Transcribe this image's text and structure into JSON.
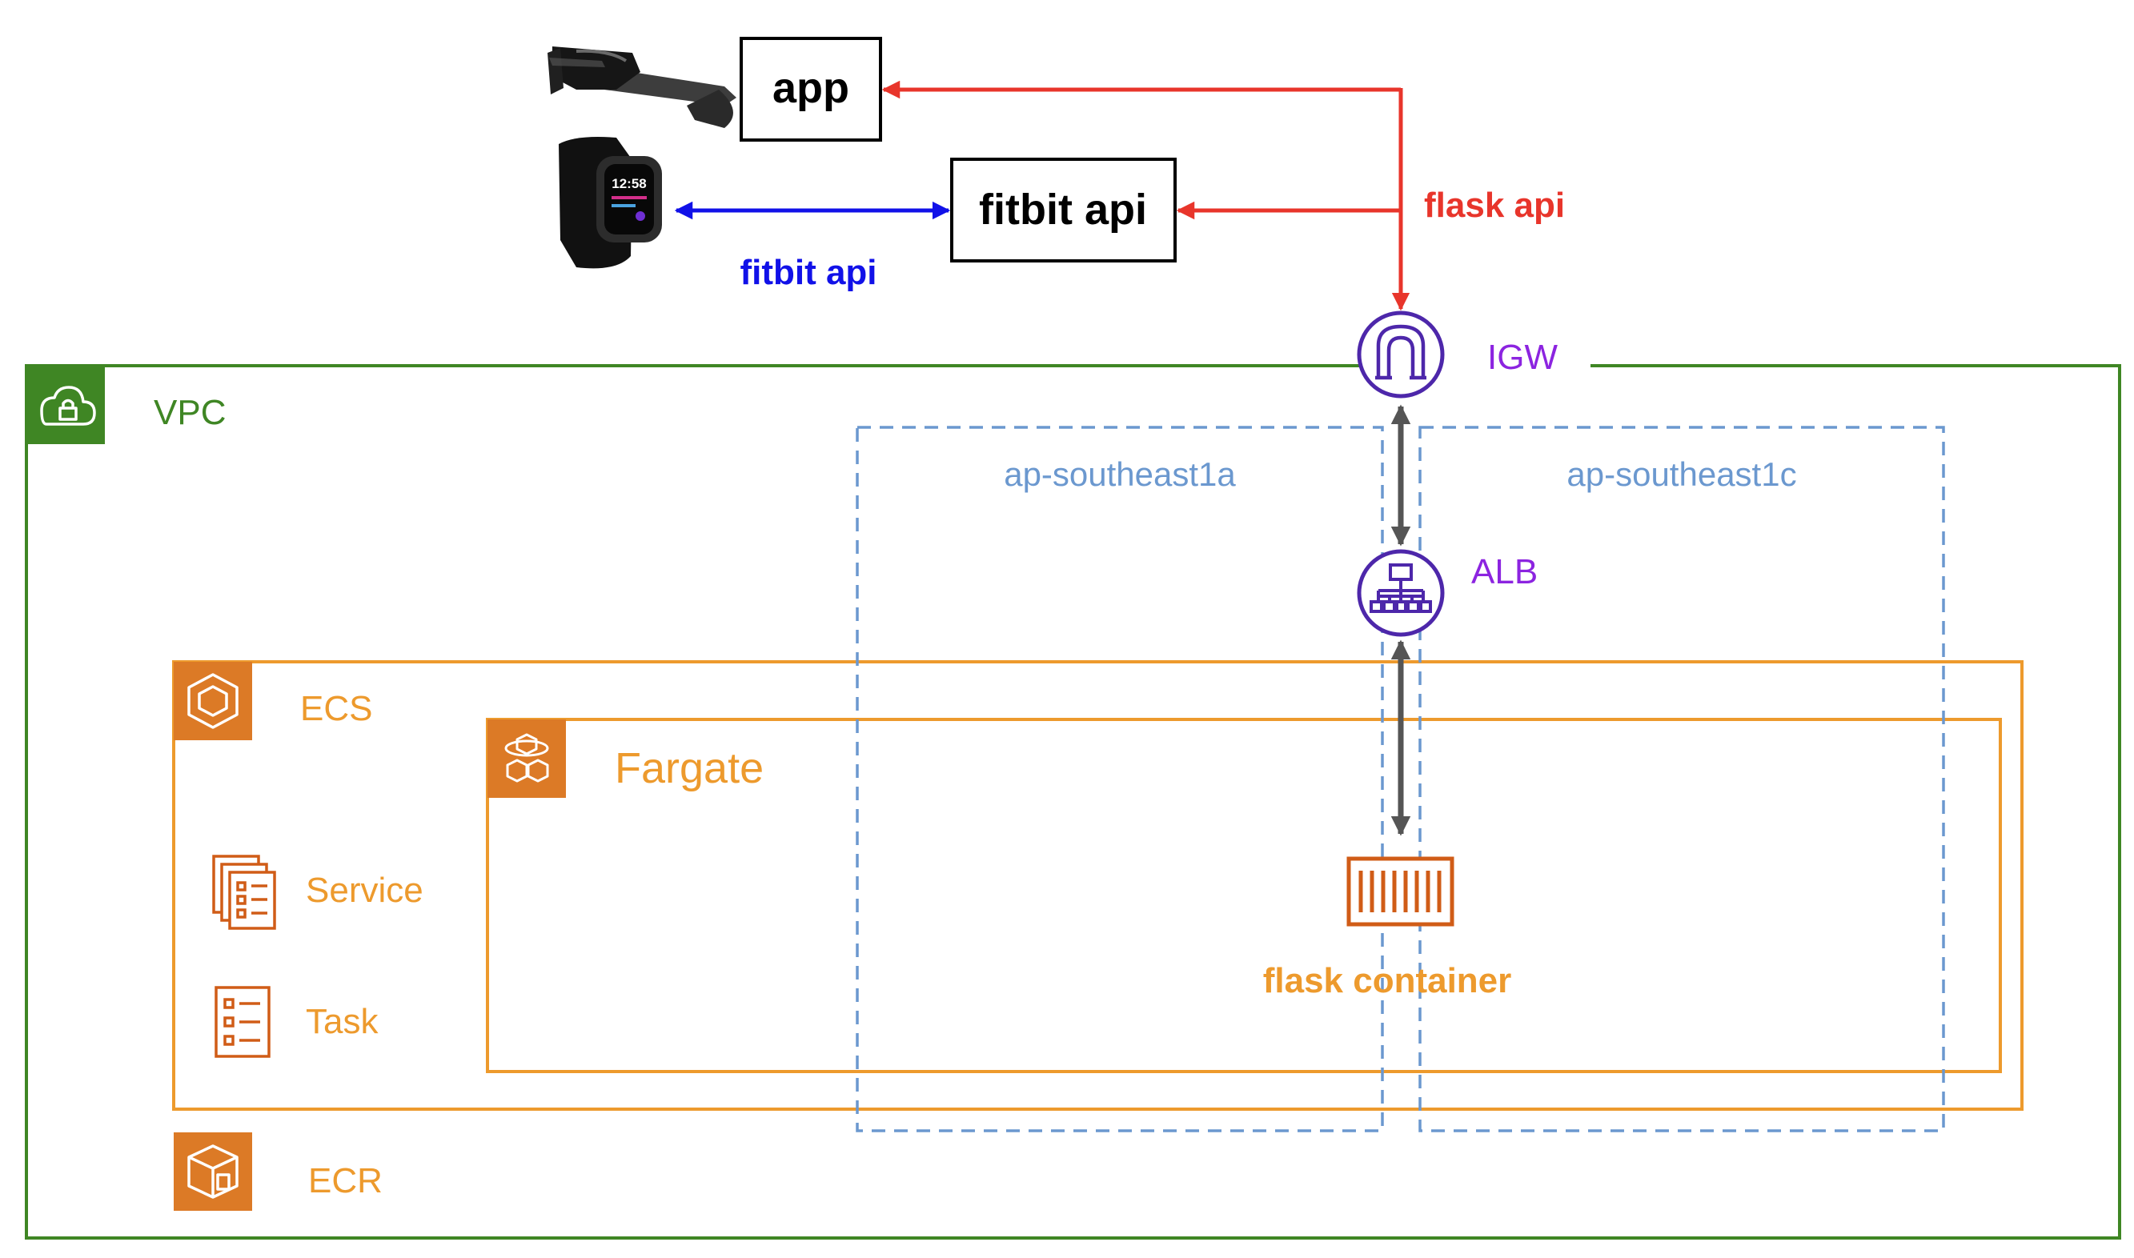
{
  "top": {
    "app_label": "app",
    "fitbit_box_label": "fitbit api",
    "fitbit_link_label": "fitbit api",
    "flask_link_label": "flask api"
  },
  "vpc": {
    "label": "VPC"
  },
  "igw": {
    "label": "IGW"
  },
  "alb": {
    "label": "ALB"
  },
  "zones": {
    "a_label": "ap-southeast1a",
    "c_label": "ap-southeast1c"
  },
  "ecs": {
    "label": "ECS",
    "service_label": "Service",
    "task_label": "Task"
  },
  "fargate": {
    "label": "Fargate",
    "container_label": "flask container"
  },
  "ecr": {
    "label": "ECR"
  },
  "colors": {
    "red_arrow": "#e8352b",
    "blue_arrow": "#1111e8",
    "vpc_green": "#3f8624",
    "aws_orange": "#ed9a2d",
    "icon_orange": "#d05c17",
    "purple": "#8c24e0",
    "igw_purple": "#4d27aa",
    "zone_blue": "#6b98cf",
    "gray_arrow": "#555555"
  }
}
